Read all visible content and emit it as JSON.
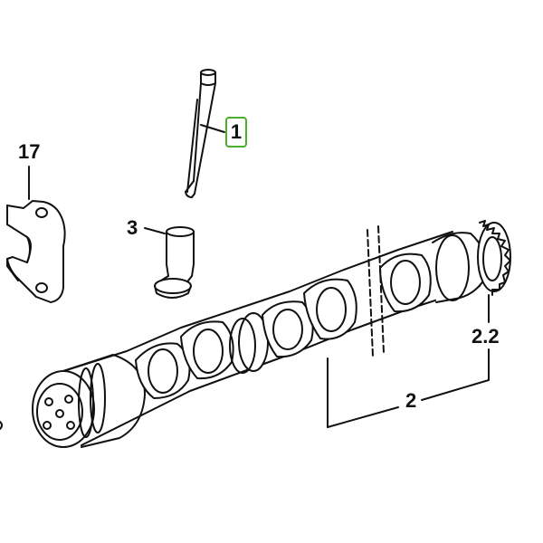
{
  "callouts": {
    "pushrod": "1",
    "bracket": "17",
    "tappet": "3",
    "camshaft_gear_detail": "2.2",
    "camshaft": "2"
  },
  "colors": {
    "line": "#111111",
    "highlight": "#4caf2a",
    "background": "#ffffff"
  }
}
